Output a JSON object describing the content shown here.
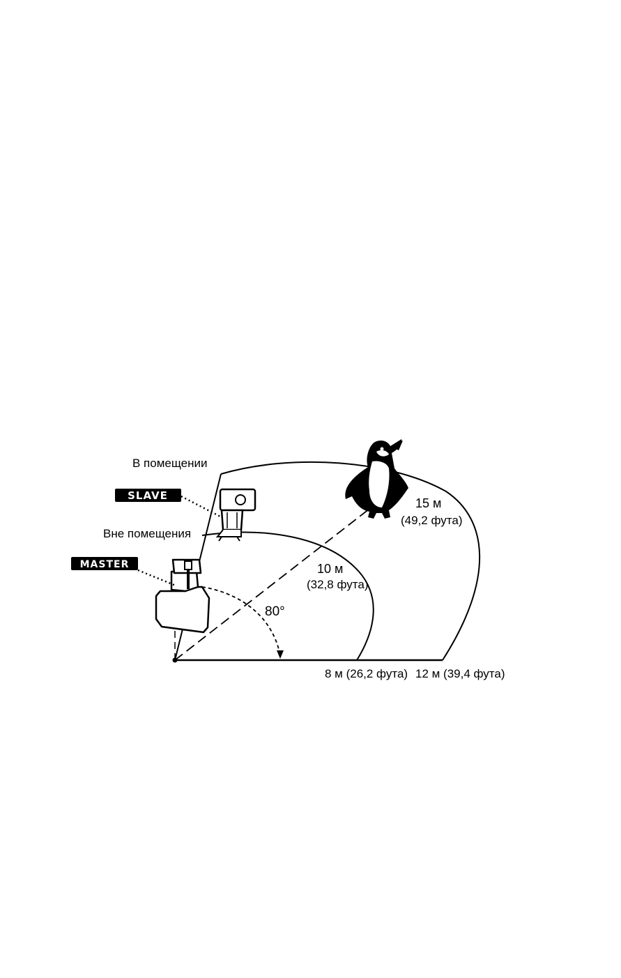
{
  "labels": {
    "indoor": "В помещении",
    "outdoor": "Вне помещения",
    "slave": "SLAVE",
    "master": "MASTER",
    "outer_dist_m": "15 м",
    "outer_dist_ft": "(49,2 фута)",
    "inner_dist_m": "10 м",
    "inner_dist_ft": "(32,8 фута)",
    "angle": "80°",
    "near_range": "8 м (26,2 фута)",
    "far_range": "12 м (39,4 фута)"
  },
  "colors": {
    "ink": "#000000",
    "background": "#ffffff",
    "badge_text": "#ffffff"
  }
}
